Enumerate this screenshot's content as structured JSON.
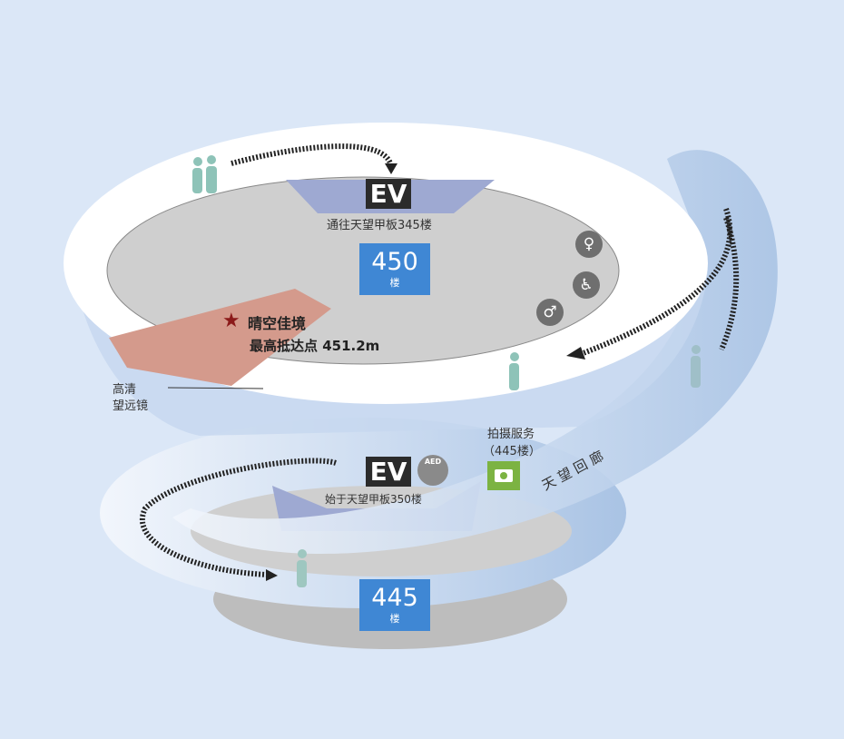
{
  "upper_floor": {
    "floor_number": "450",
    "floor_unit": "楼",
    "ev_label": "EV",
    "ev_caption": "通往天望甲板345楼",
    "highlight_title": "晴空佳境",
    "highlight_subtitle": "最高抵达点 451.2m",
    "telescope_label_line1": "高清",
    "telescope_label_line2": "望远镜"
  },
  "lower_floor": {
    "floor_number": "445",
    "floor_unit": "楼",
    "ev_label": "EV",
    "aed_label": "AED",
    "ev_caption": "始于天望甲板350楼",
    "photo_label_line1": "拍摄服务",
    "photo_label_line2": "（445楼）"
  },
  "skywalk_label": "天 望 回 廊",
  "colors": {
    "background": "#dbe7f7",
    "floor_badge": "#3f87d4",
    "ev_badge": "#2b2b2b",
    "highlight_area": "#d49a8c",
    "star": "#8b1a1a",
    "camera": "#7cb342"
  }
}
